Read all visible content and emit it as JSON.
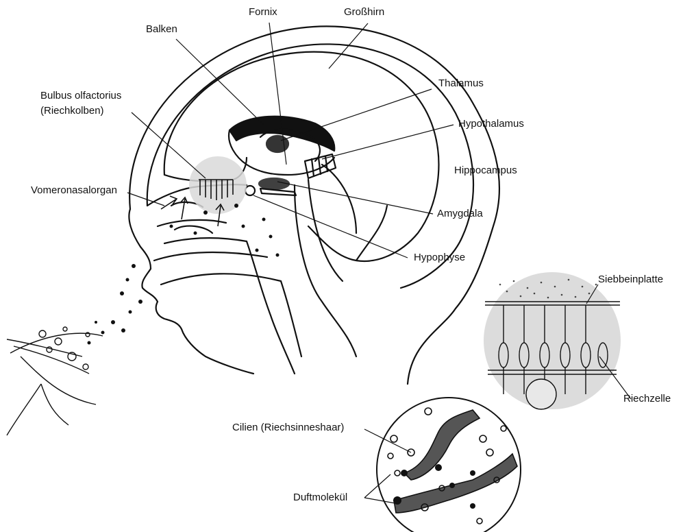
{
  "labels": {
    "balken": "Balken",
    "fornix": "Fornix",
    "grosshirn": "Großhirn",
    "thalamus": "Thalamus",
    "bulbus_line1": "Bulbus olfactorius",
    "bulbus_line2": "(Riechkolben)",
    "hypothalamus": "Hypothalamus",
    "hippocampus": "Hippocampus",
    "vomeronasalorgan": "Vomeronasalorgan",
    "amygdala": "Amygdala",
    "hypophyse": "Hypophyse",
    "siebbeinplatte": "Siebbeinplatte",
    "riechzelle": "Riechzelle",
    "cilien": "Cilien (Riechsinneshaar)",
    "duftmolekuel": "Duftmolekül"
  },
  "colors": {
    "ink": "#111111",
    "highlight_gray": "#d9d9d9",
    "inset_gray": "#dcdcdc"
  }
}
